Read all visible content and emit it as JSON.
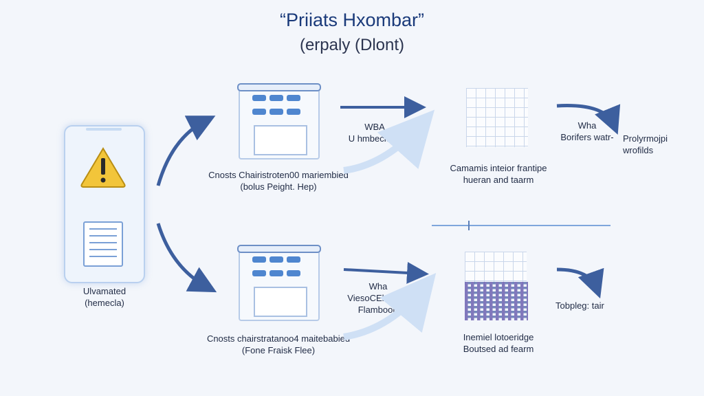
{
  "title": "“Priiats Hxombar”",
  "subtitle": "(erpaly (Dlont)",
  "phone": {
    "label_1": "Ulvamated",
    "label_2": "(hemecla)"
  },
  "top_panel": {
    "label_1": "Cnosts Chairistroten00 mariembied",
    "label_2": "(bolus Peight. Hep)"
  },
  "bottom_panel": {
    "label_1": "Cnosts chairstratanoo4 maitebabied",
    "label_2": "(Fone Fraisk Flee)"
  },
  "top_flow": {
    "label_1": "WBA",
    "label_2": "U hmbecidgá"
  },
  "bottom_flow": {
    "label_1": "Wha",
    "label_2": "ViesoCEhidaue",
    "label_3": "Flamboorf"
  },
  "top_crowd": {
    "label_1": "Camamis inteior frantipe",
    "label_2": "hueran and taarm"
  },
  "bottom_crowd": {
    "label_1": "Inemiel lotoeridge",
    "label_2": "Boutsed ad fearm"
  },
  "top_right": {
    "label_1": "Wha",
    "label_2": "Borifers watr-",
    "label_3": "Prolyrmojpi",
    "label_4": "wrofilds"
  },
  "bottom_right": {
    "label_1": "Tobpleg: tair"
  },
  "colors": {
    "arrow": "#3d5f9e",
    "soft_arrow": "#cfe0f5",
    "accent": "#1a3a7a",
    "warning": "#f2c53a"
  },
  "icons": [
    "warning-icon",
    "document-icon",
    "arrow-icon"
  ]
}
